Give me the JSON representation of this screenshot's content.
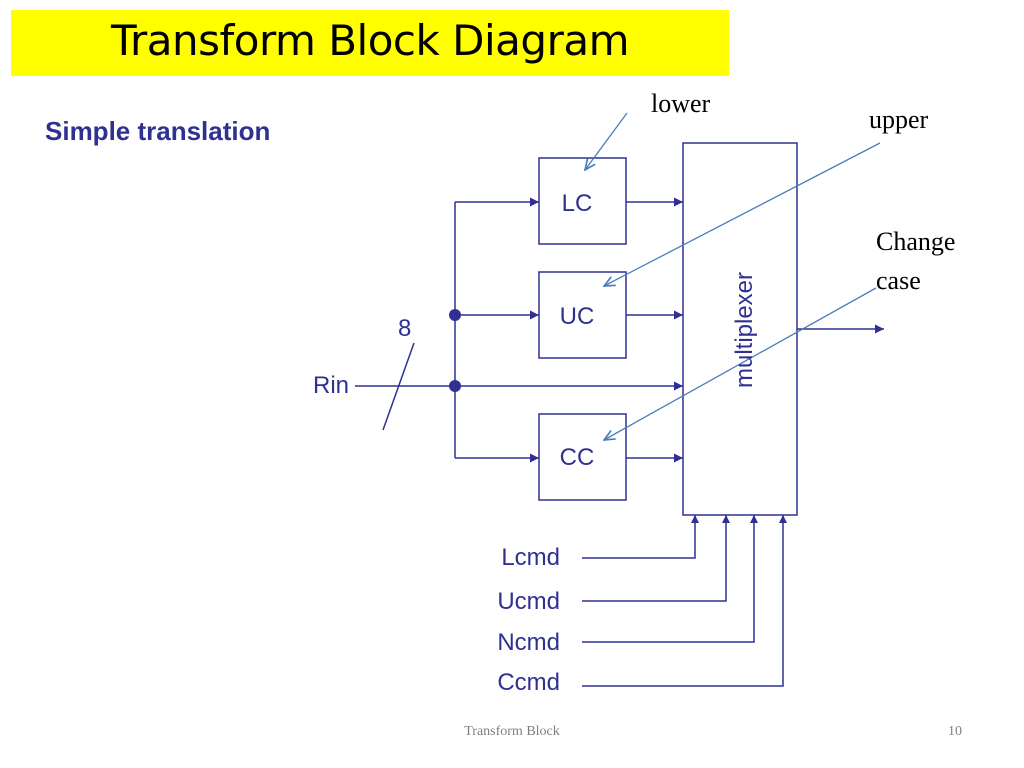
{
  "slide": {
    "title": "Transform Block Diagram",
    "subtitle": "Simple translation",
    "footer_center": "Transform Block",
    "page_number": "10"
  },
  "diagram": {
    "blocks": {
      "lc": "LC",
      "uc": "UC",
      "cc": "CC",
      "mux": "multiplexer"
    },
    "input_label": "Rin",
    "bus_width": "8",
    "commands": [
      "Lcmd",
      "Ucmd",
      "Ncmd",
      "Ccmd"
    ],
    "annotations": {
      "lower": "lower",
      "upper": "upper",
      "change_line1": "Change",
      "change_line2": "case"
    }
  },
  "colors": {
    "title_bg": "#ffff00",
    "diagram": "#2e3192",
    "annotation_arrow": "#4a7ebb"
  }
}
